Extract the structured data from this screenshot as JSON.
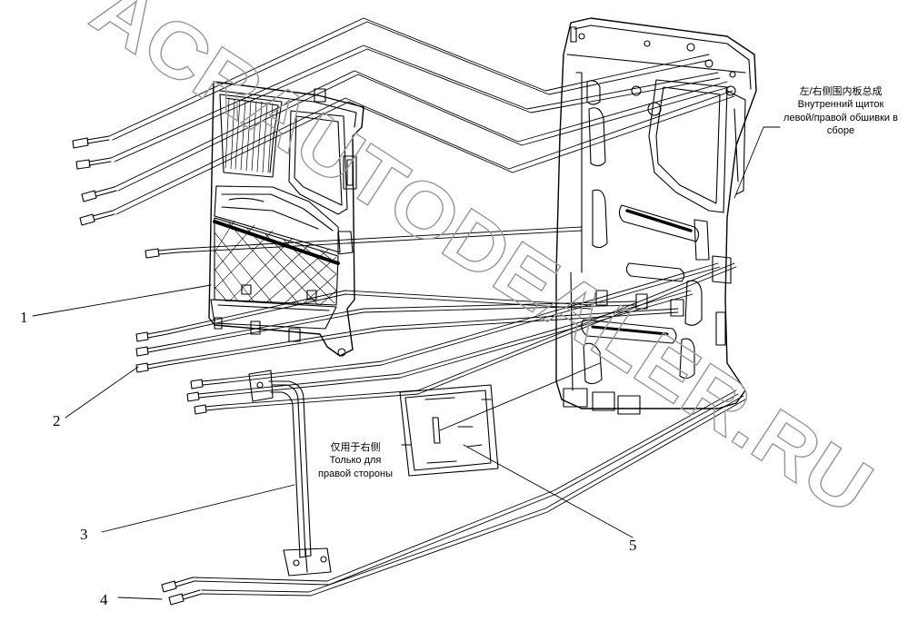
{
  "watermark": "ACRAUTODEALER.RU",
  "callouts": [
    "1",
    "2",
    "3",
    "4",
    "5"
  ],
  "assembly_note": {
    "zh": "左/右侧围内板总成",
    "ru_line1": "Внутренний щиток",
    "ru_line2": "левой/правой обшивки в",
    "ru_line3": "сборе"
  },
  "right_only_note": {
    "zh": "仅用于右侧",
    "ru_line1": "Только для",
    "ru_line2": "правой стороны"
  },
  "colors": {
    "line": "#000000",
    "watermark_stroke": "#9a9a9a"
  }
}
